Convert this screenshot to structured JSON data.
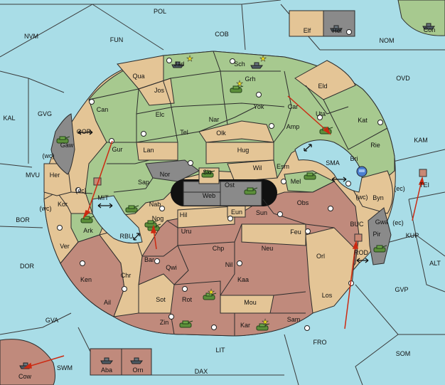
{
  "sea_labels": [
    "POL",
    "NVM",
    "FUN",
    "COB",
    "NOM",
    "OVD",
    "KAL",
    "GVG",
    "KAM",
    "MVU",
    "SMA",
    "BOR",
    "MIT",
    "RBU",
    "DOR",
    "BUC",
    "KUP",
    "ALT",
    "GVP",
    "GVA",
    "LIT",
    "FRO",
    "SOM",
    "SWM",
    "DAX",
    "GOR"
  ],
  "land_labels": [
    "Elf",
    "Hel",
    "Con",
    "Jad",
    "Sch",
    "Qua",
    "Grh",
    "Jos",
    "Eld",
    "Can",
    "Elc",
    "Yok",
    "Car",
    "Uta",
    "Nar",
    "Kat",
    "Tel",
    "Olk",
    "Amp",
    "Gaw",
    "Gur",
    "Lan",
    "Hug",
    "Rie",
    "Bri",
    "Nor",
    "Skr",
    "Ost",
    "Wil",
    "Esm",
    "Her",
    "Sap",
    "Web",
    "Mel",
    "Byn",
    "TEI",
    "Kor",
    "Nab",
    "Eun",
    "Sun",
    "Obs",
    "Gwa",
    "Hil",
    "Nog",
    "Ark",
    "Uru",
    "Feu",
    "Pir",
    "Chp",
    "Neu",
    "Ver",
    "Bar",
    "Qwi",
    "Nil",
    "Orl",
    "ROD",
    "Ken",
    "Chr",
    "Kaa",
    "Ail",
    "Sot",
    "Rot",
    "Mou",
    "Los",
    "Zin",
    "Kar",
    "Sam",
    "Cow",
    "Aba",
    "Orn"
  ],
  "coast_labels": [
    "(wc)",
    "(ec)",
    "(wc)",
    "(ec)",
    "(wc)",
    "(ec)"
  ],
  "colors": {
    "water": "#a9dde7",
    "green": "#a7c98f",
    "tan": "#e4c596",
    "red": "#c08a7c",
    "grey": "#8a8a8a",
    "arrow": "#cc2a12",
    "fleet": "#4a7fcf"
  },
  "icons": [
    "tank-icon",
    "ship-icon",
    "star-icon",
    "supply-center-icon",
    "fleet-icon",
    "move-arrow-icon"
  ]
}
